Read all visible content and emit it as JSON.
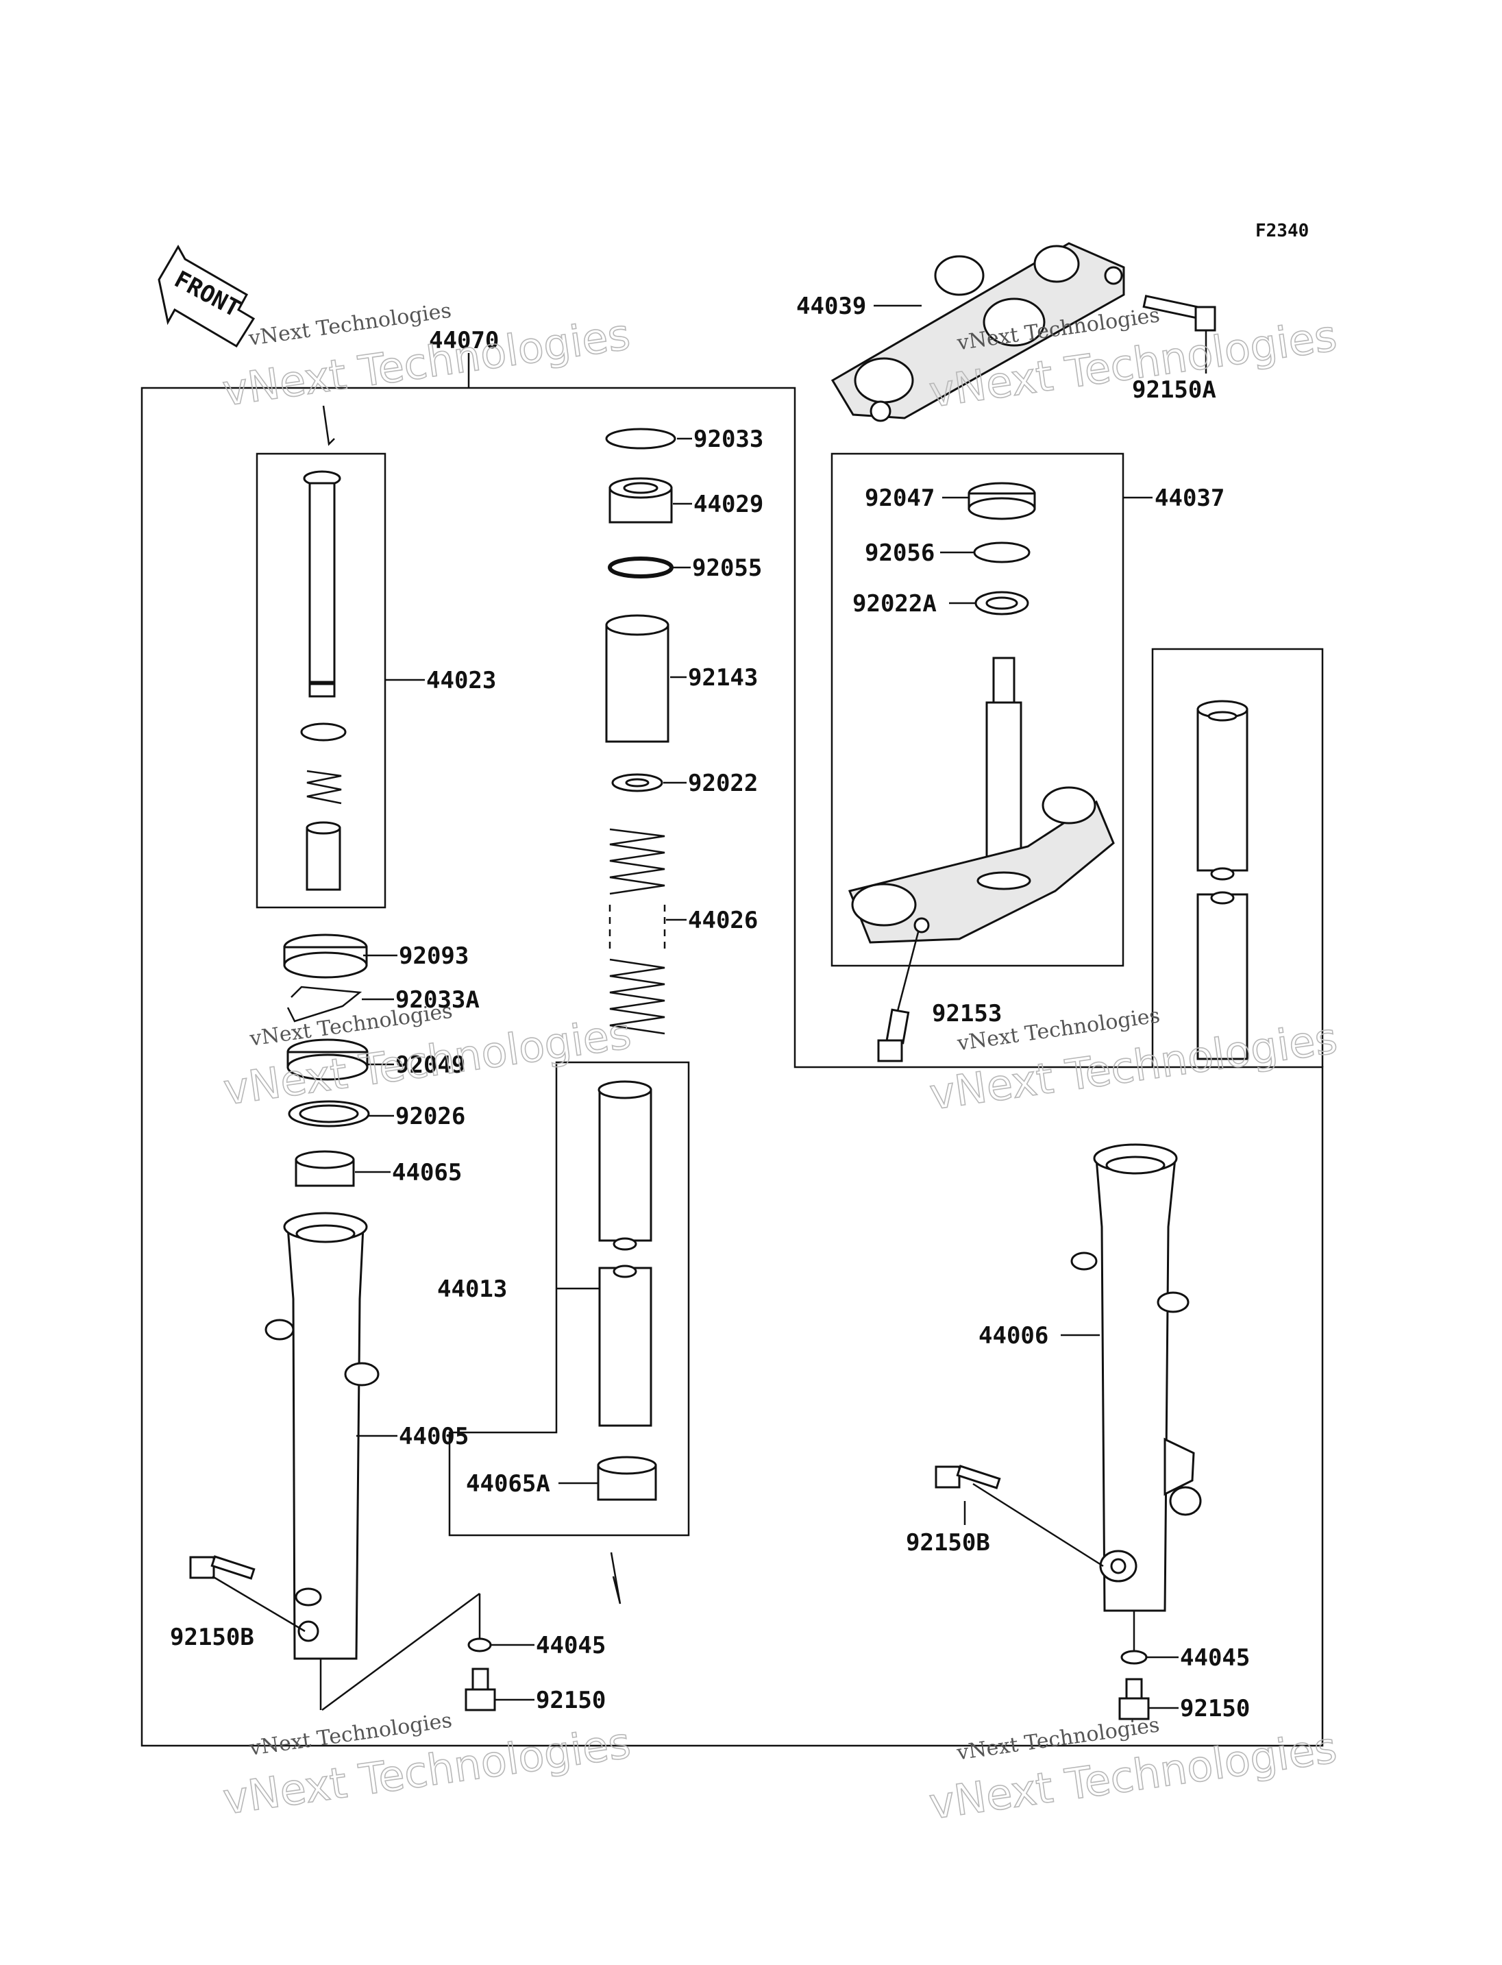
{
  "diagram": {
    "code": "F2340",
    "front_label": "FRONT",
    "watermark": {
      "line1": "vNext Technologies",
      "line2": "vNext Technologies"
    },
    "labels": {
      "p44070": "44070",
      "p44039": "44039",
      "p92150A": "92150A",
      "p92033": "92033",
      "p44029": "44029",
      "p92055": "92055",
      "p92143": "92143",
      "p92022": "92022",
      "p44026": "44026",
      "p44023": "44023",
      "p92047": "92047",
      "p92056": "92056",
      "p92022A": "92022A",
      "p44037": "44037",
      "p92153": "92153",
      "p92093": "92093",
      "p92033A": "92033A",
      "p92049": "92049",
      "p92026": "92026",
      "p44065": "44065",
      "p44013": "44013",
      "p44005": "44005",
      "p44065A": "44065A",
      "p92150B_left": "92150B",
      "p44045_left": "44045",
      "p92150_left": "92150",
      "p44006": "44006",
      "p92150B_right": "92150B",
      "p44045_right": "44045",
      "p92150_right": "92150"
    }
  }
}
